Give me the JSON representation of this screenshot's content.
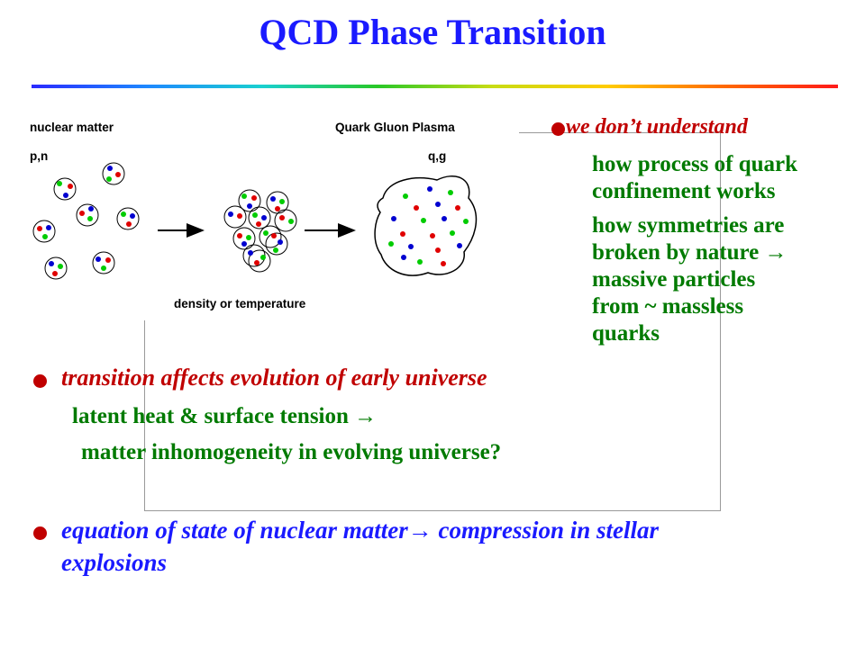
{
  "title": "QCD Phase Transition",
  "diagram": {
    "label_nuclear_matter": "nuclear matter",
    "label_pn": "p,n",
    "label_qgp": "Quark Gluon Plasma",
    "label_qg": "q,g",
    "label_axis": "density or temperature"
  },
  "right_box": {
    "heading": "we don’t understand",
    "item1_line1": "how process of quark",
    "item1_line2": "confinement works",
    "item2_line1": "how symmetries are",
    "item2_line2": "broken by nature →",
    "item2_line3": "massive particles",
    "item2_line4": "from ~ massless",
    "item2_line5": "quarks"
  },
  "bullet1": {
    "heading": "transition affects evolution of early universe",
    "line1": "latent heat & surface tension →",
    "line2": "matter inhomogeneity in evolving universe?"
  },
  "bullet2": {
    "line1a": "equation of state of nuclear matter",
    "arrow": "→",
    "line1b": "compression in stellar",
    "line2": "explosions"
  },
  "colors": {
    "title": "#1a1aff",
    "red_text": "#c00000",
    "blue_text": "#1a1aff",
    "green_text": "#007a00",
    "quark_red": "#e00000",
    "quark_blue": "#0000d0",
    "quark_green": "#00cc00"
  }
}
